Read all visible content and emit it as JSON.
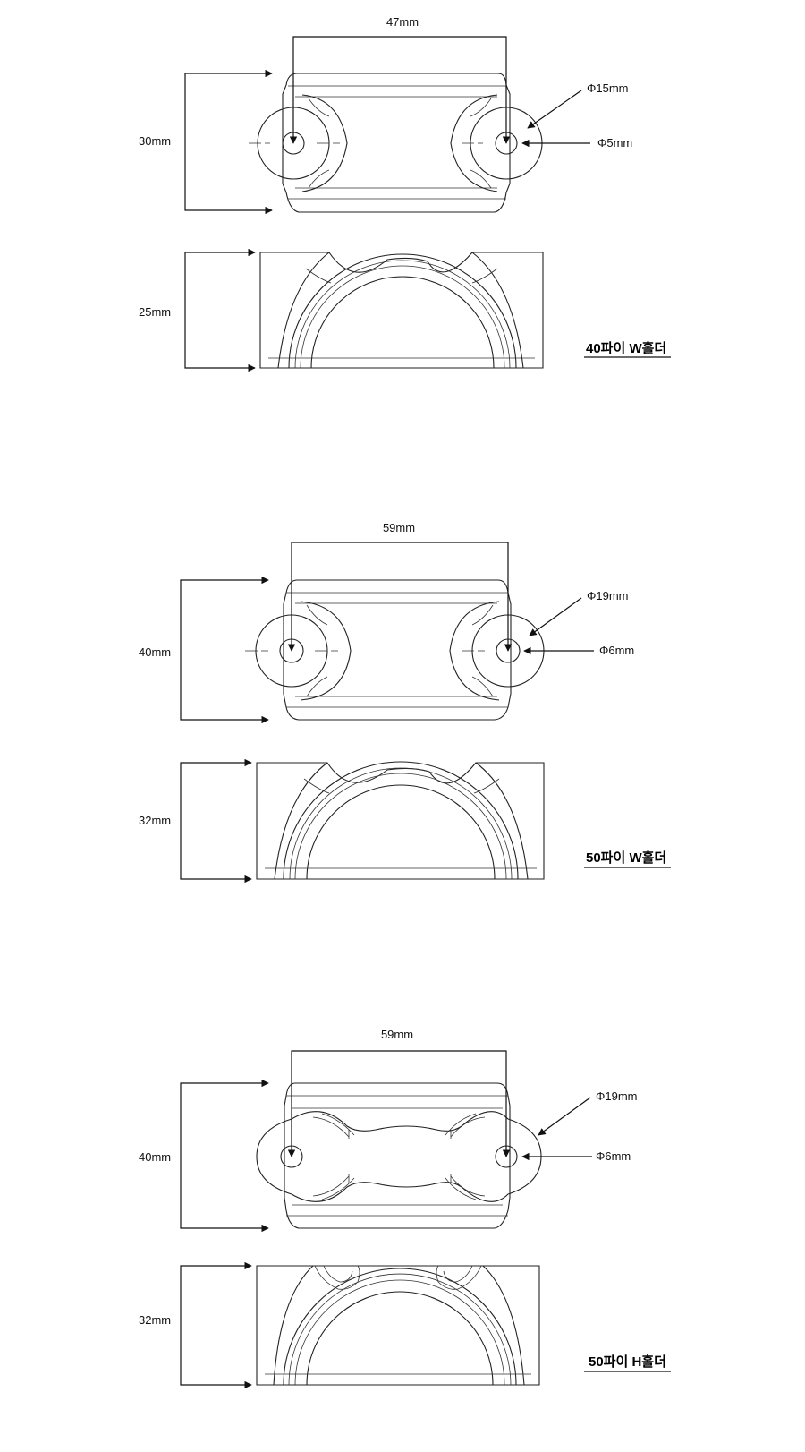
{
  "holders": [
    {
      "title": "40파이 W홀더",
      "width_label": "47mm",
      "height_label": "30mm",
      "outer_dia_label": "Φ15mm",
      "hole_dia_label": "Φ5mm",
      "side_height_label": "25mm"
    },
    {
      "title": "50파이 W홀더",
      "width_label": "59mm",
      "height_label": "40mm",
      "outer_dia_label": "Φ19mm",
      "hole_dia_label": "Φ6mm",
      "side_height_label": "32mm"
    },
    {
      "title": "50파이 H홀더",
      "width_label": "59mm",
      "height_label": "40mm",
      "outer_dia_label": "Φ19mm",
      "hole_dia_label": "Φ6mm",
      "side_height_label": "32mm"
    }
  ]
}
